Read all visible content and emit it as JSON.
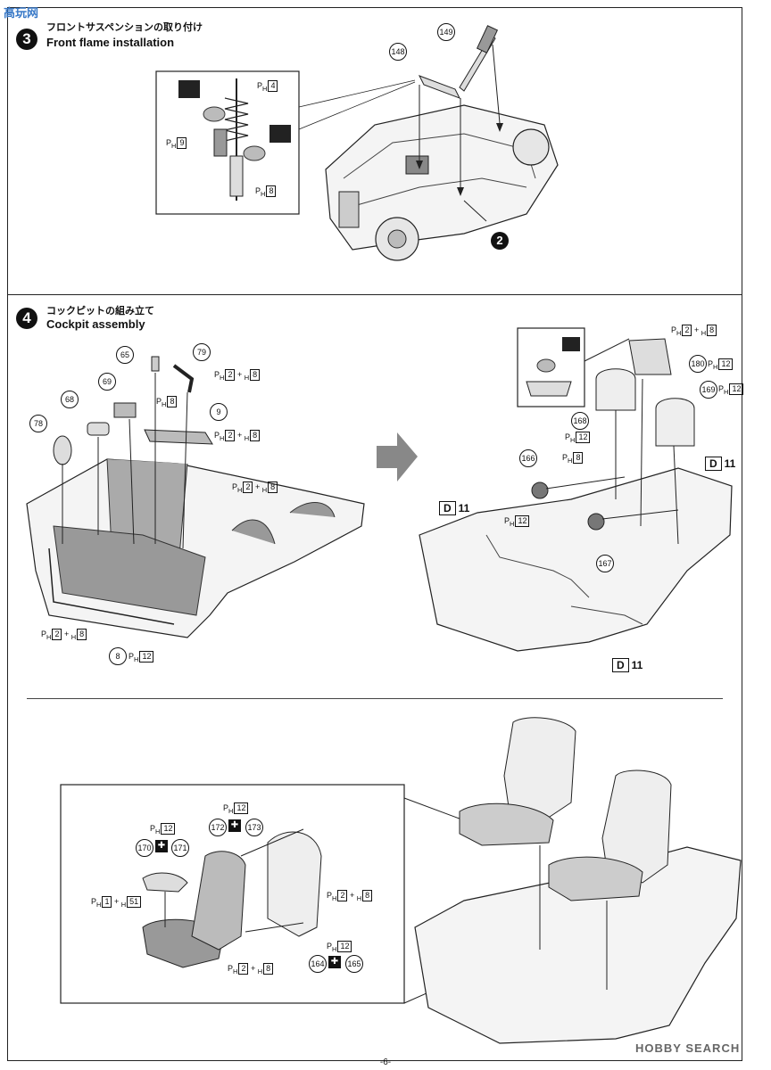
{
  "step3": {
    "number": "3",
    "title_jp": "フロントサスペンションの取り付け",
    "title_en": "Front flame installation",
    "parts": [
      "148",
      "149"
    ],
    "inset_tags": [
      {
        "p": "P",
        "sub": "H",
        "num": "4"
      },
      {
        "p": "P",
        "sub": "H",
        "num": "9"
      },
      {
        "p": "P",
        "sub": "H",
        "num": "8"
      }
    ],
    "ref_marker": "2"
  },
  "step4": {
    "number": "4",
    "title_jp": "コックピットの組み立て",
    "title_en": "Cockpit assembly",
    "parts_left": [
      "65",
      "79",
      "69",
      "68",
      "78",
      "9",
      "8"
    ],
    "parts_right": [
      "180",
      "169",
      "168",
      "166",
      "167"
    ],
    "tags": {
      "t79": {
        "a": "2",
        "b": "8"
      },
      "t_ph8": "8",
      "t9": {
        "a": "2",
        "b": "8"
      },
      "t_floor": {
        "a": "2",
        "b": "8"
      },
      "t_left": {
        "a": "2",
        "b": "8"
      },
      "t8": "12",
      "t180_top": {
        "a": "2",
        "b": "8"
      },
      "t180": "12",
      "t169": "12",
      "t168": "12",
      "t166": "8",
      "t_mid": "12"
    },
    "d_label": "D",
    "d_num": "11"
  },
  "seats": {
    "parts": [
      "170",
      "171",
      "172",
      "173",
      "164",
      "165"
    ],
    "tags": {
      "t170": "12",
      "t172": "12",
      "t_p1": {
        "a": "1",
        "b": "51"
      },
      "t_back": {
        "a": "2",
        "b": "8"
      },
      "t164": "12",
      "t_bottom": {
        "a": "2",
        "b": "8"
      }
    }
  },
  "footer": {
    "page": "-6-",
    "watermark": "HOBBY SEARCH",
    "logo": "高玩网"
  }
}
